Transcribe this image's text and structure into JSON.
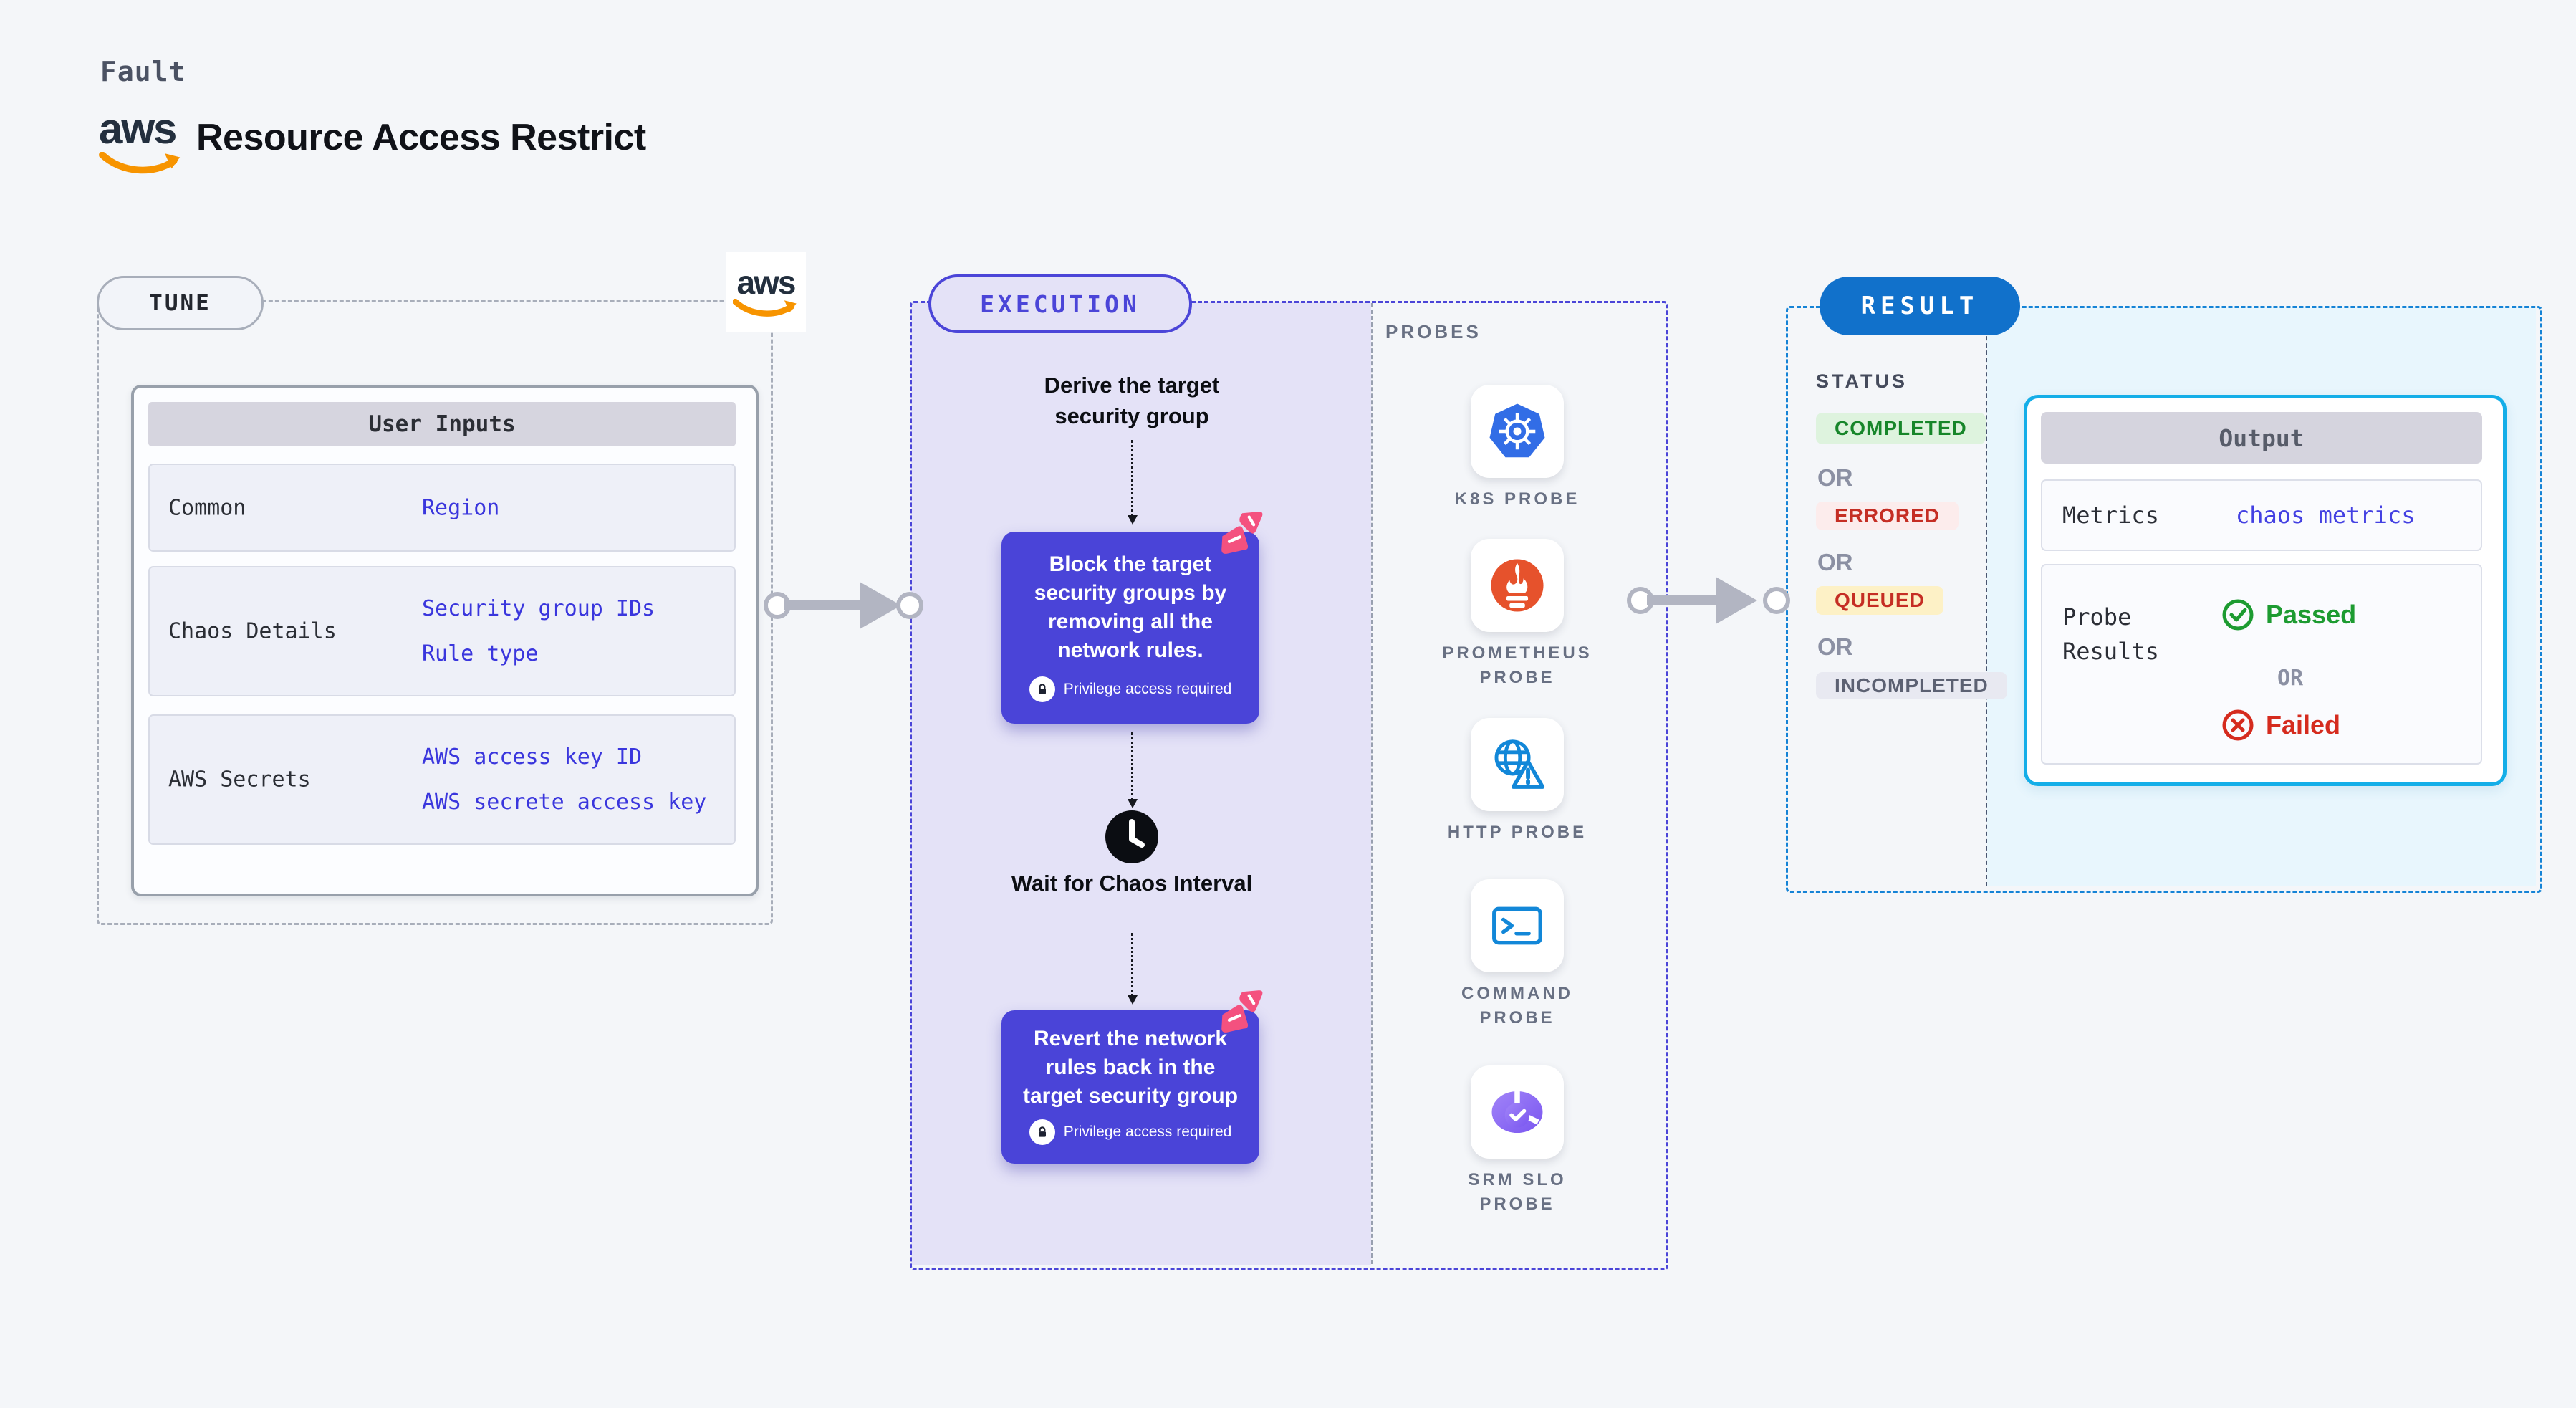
{
  "header": {
    "kicker": "Fault",
    "title": "Resource Access Restrict",
    "aws_wordmark": "aws"
  },
  "tune": {
    "badge": "TUNE",
    "user_inputs": {
      "header": "User Inputs",
      "rows": [
        {
          "label": "Common",
          "values": [
            "Region"
          ]
        },
        {
          "label": "Chaos Details",
          "values": [
            "Security group IDs",
            "Rule type"
          ]
        },
        {
          "label": "AWS Secrets",
          "values": [
            "AWS access key ID",
            "AWS secrete access key"
          ]
        }
      ]
    }
  },
  "execution": {
    "badge": "EXECUTION",
    "derive_step": "Derive the target security group",
    "block_step": "Block the target security groups by removing all the network rules.",
    "privilege_note": "Privilege access required",
    "wait_step": "Wait for Chaos Interval",
    "revert_step": "Revert the network rules back in the target security group"
  },
  "probes": {
    "label": "PROBES",
    "items": [
      {
        "name": "K8S PROBE",
        "icon": "kubernetes-icon"
      },
      {
        "name": "PROMETHEUS PROBE",
        "icon": "prometheus-icon"
      },
      {
        "name": "HTTP PROBE",
        "icon": "http-globe-warning-icon"
      },
      {
        "name": "COMMAND PROBE",
        "icon": "terminal-icon"
      },
      {
        "name": "SRM SLO PROBE",
        "icon": "slo-gauge-icon"
      }
    ]
  },
  "result": {
    "badge": "RESULT",
    "status_label": "STATUS",
    "or_label": "OR",
    "statuses": [
      {
        "label": "COMPLETED",
        "state": "completed"
      },
      {
        "label": "ERRORED",
        "state": "errored"
      },
      {
        "label": "QUEUED",
        "state": "queued"
      },
      {
        "label": "INCOMPLETED",
        "state": "incompleted"
      }
    ],
    "output": {
      "header": "Output",
      "metrics_label": "Metrics",
      "metrics_value": "chaos metrics",
      "probe_results_label": "Probe Results",
      "passed_label": "Passed",
      "or_label": "OR",
      "failed_label": "Failed"
    }
  },
  "colors": {
    "page_bg": "#f4f6f9",
    "accent_indigo": "#4b45d8",
    "lavender_panel": "#e4e2f7",
    "result_pill_blue": "#1171cb",
    "result_border_blue": "#1583d6",
    "output_border_cyan": "#14aee8",
    "cyan_panel": "#e8f6fd",
    "aws_orange": "#f79400",
    "chaos_pink": "#f4517f",
    "passed_green": "#1d9b31",
    "failed_red": "#d52b1e",
    "completed_bg": "#def3de",
    "completed_text": "#17862a",
    "errored_bg": "#fcecec",
    "queued_bg": "#fdf1c6",
    "status_red_text": "#c52e24",
    "incompleted_bg": "#e8e9f1",
    "incompleted_text": "#5c6172",
    "value_indigo": "#3a36dd",
    "arrow_gray": "#b2b5c2"
  }
}
